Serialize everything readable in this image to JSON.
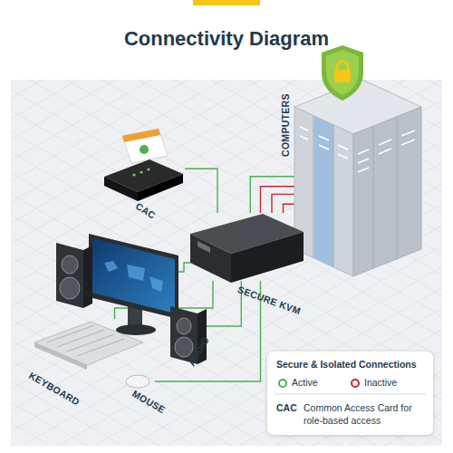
{
  "diagram": {
    "title": "Connectivity Diagram",
    "nodes": [
      {
        "text": [
          "CAC"
        ]
      },
      {
        "text": [
          "COMPUTERS"
        ]
      },
      {
        "text": [
          "SECURE KVM"
        ]
      },
      {
        "text": [
          "KEYBOARD"
        ]
      },
      {
        "text": [
          "AUDIO"
        ]
      },
      {
        "text": [
          "MOUSE"
        ]
      }
    ],
    "edges": [
      {
        "from": 0,
        "to": 2,
        "arrow": "none"
      },
      {
        "from": 2,
        "to": 1,
        "arrow": "none"
      },
      {
        "from": 2,
        "to": 1,
        "arrow": "none"
      },
      {
        "from": 2,
        "to": 1,
        "arrow": "none"
      },
      {
        "from": 2,
        "to": 1,
        "arrow": "none"
      },
      {
        "from": 3,
        "to": 2,
        "arrow": "none"
      },
      {
        "from": 4,
        "to": 2,
        "arrow": "none"
      },
      {
        "from": 5,
        "to": 2,
        "arrow": "none"
      }
    ],
    "labels": [
      "Secure & Isolated Connections",
      "CAC",
      "Common Access Card for role-based access"
    ],
    "legend": [
      {
        "text": "Active",
        "color": "#4caf50"
      },
      {
        "text": "Inactive",
        "color": "#c62828"
      }
    ]
  }
}
